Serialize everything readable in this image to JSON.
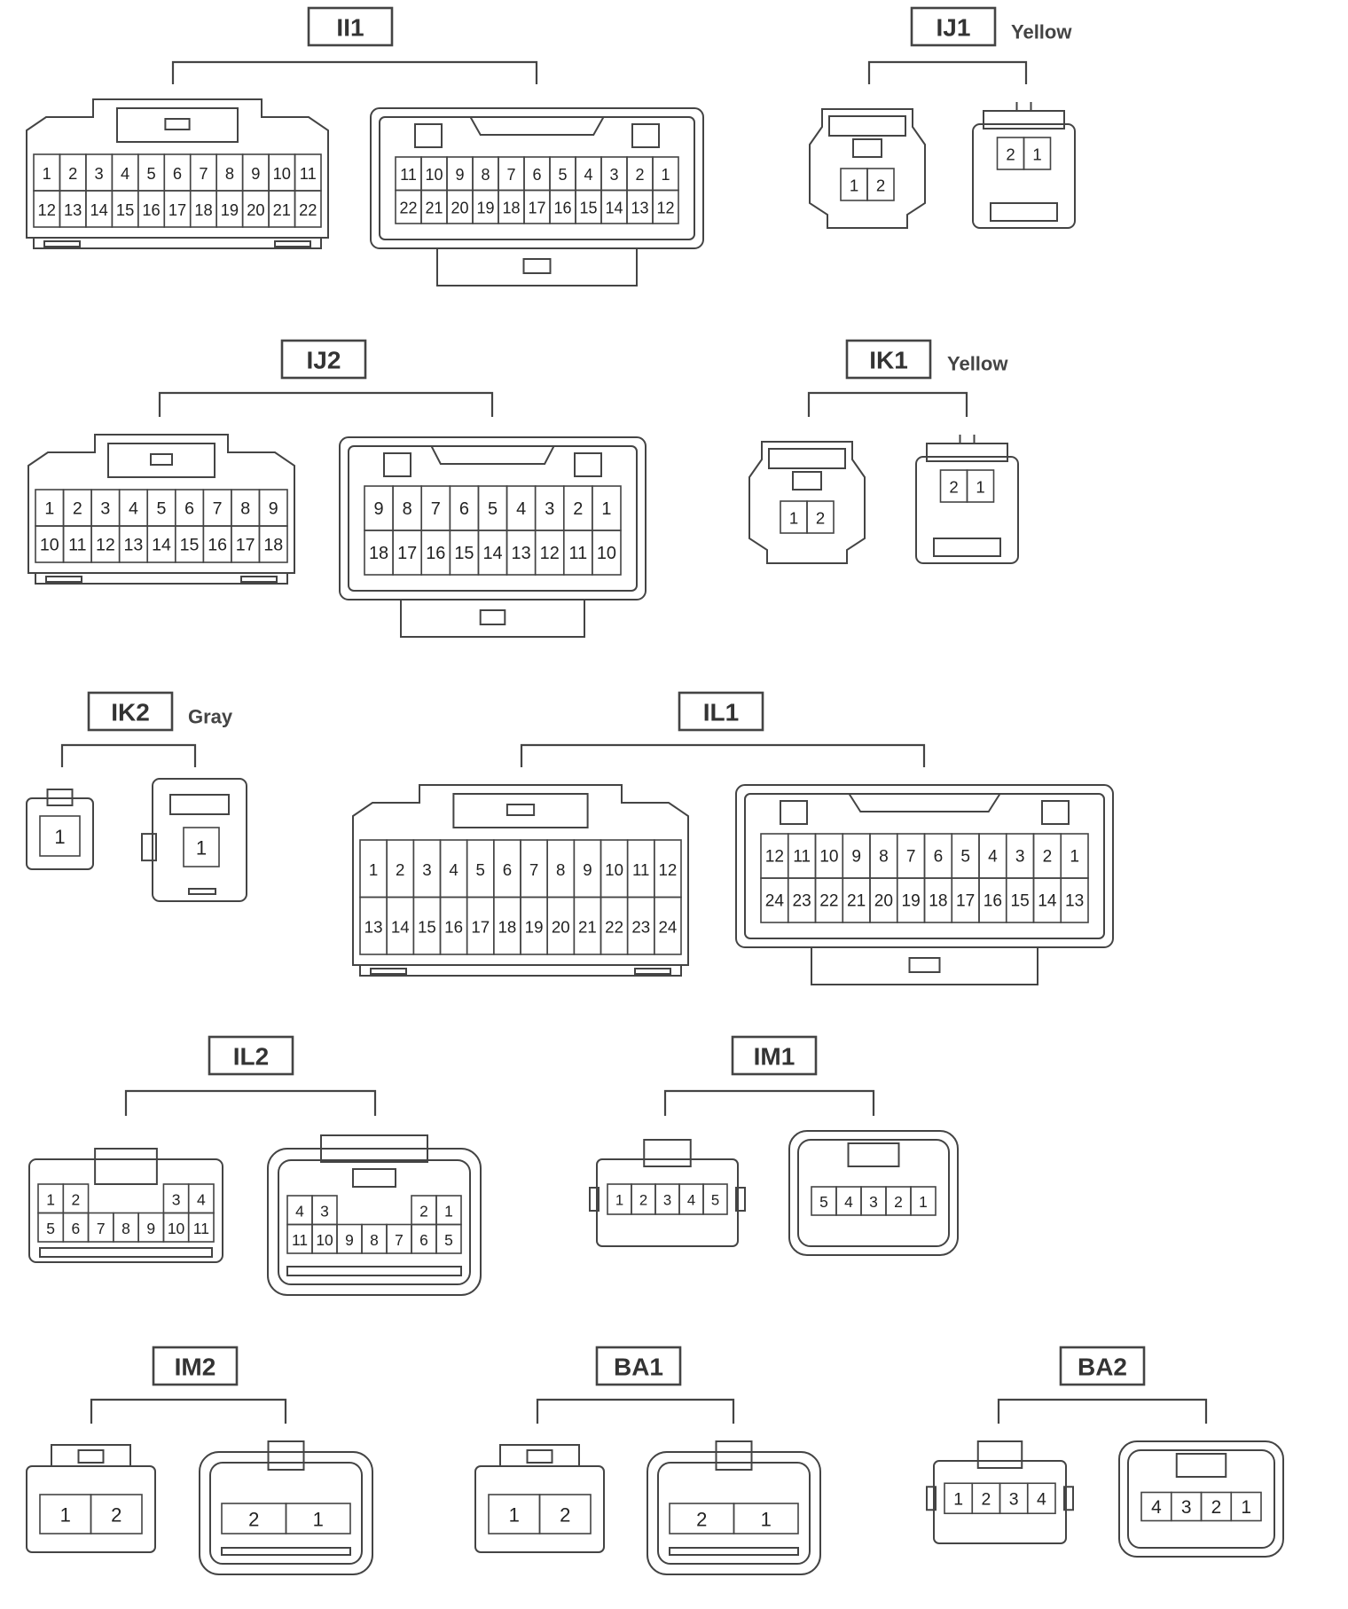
{
  "groups": [
    {
      "id": "II1",
      "label": "II1",
      "color_note": "",
      "male": {
        "style": "housing-wide",
        "rows": [
          [
            "1",
            "2",
            "3",
            "4",
            "5",
            "6",
            "7",
            "8",
            "9",
            "10",
            "11"
          ],
          [
            "12",
            "13",
            "14",
            "15",
            "16",
            "17",
            "18",
            "19",
            "20",
            "21",
            "22"
          ]
        ]
      },
      "female": {
        "style": "receptacle-wide",
        "rows": [
          [
            "11",
            "10",
            "9",
            "8",
            "7",
            "6",
            "5",
            "4",
            "3",
            "2",
            "1"
          ],
          [
            "22",
            "21",
            "20",
            "19",
            "18",
            "17",
            "16",
            "15",
            "14",
            "13",
            "12"
          ]
        ]
      }
    },
    {
      "id": "IJ1",
      "label": "IJ1",
      "color_note": "Yellow",
      "male": {
        "style": "small-plug",
        "rows": [
          [
            "1",
            "2"
          ]
        ]
      },
      "female": {
        "style": "small-socket",
        "rows": [
          [
            "2",
            "1"
          ]
        ]
      }
    },
    {
      "id": "IJ2",
      "label": "IJ2",
      "color_note": "",
      "male": {
        "style": "housing-wide",
        "rows": [
          [
            "1",
            "2",
            "3",
            "4",
            "5",
            "6",
            "7",
            "8",
            "9"
          ],
          [
            "10",
            "11",
            "12",
            "13",
            "14",
            "15",
            "16",
            "17",
            "18"
          ]
        ]
      },
      "female": {
        "style": "receptacle-wide",
        "rows": [
          [
            "9",
            "8",
            "7",
            "6",
            "5",
            "4",
            "3",
            "2",
            "1"
          ],
          [
            "18",
            "17",
            "16",
            "15",
            "14",
            "13",
            "12",
            "11",
            "10"
          ]
        ]
      }
    },
    {
      "id": "IK1",
      "label": "IK1",
      "color_note": "Yellow",
      "male": {
        "style": "small-plug",
        "rows": [
          [
            "1",
            "2"
          ]
        ]
      },
      "female": {
        "style": "small-socket",
        "rows": [
          [
            "2",
            "1"
          ]
        ]
      }
    },
    {
      "id": "IK2",
      "label": "IK2",
      "color_note": "Gray",
      "male": {
        "style": "single-plug",
        "rows": [
          [
            "1"
          ]
        ]
      },
      "female": {
        "style": "single-socket",
        "rows": [
          [
            "1"
          ]
        ]
      }
    },
    {
      "id": "IL1",
      "label": "IL1",
      "color_note": "",
      "male": {
        "style": "housing-wide",
        "rows": [
          [
            "1",
            "2",
            "3",
            "4",
            "5",
            "6",
            "7",
            "8",
            "9",
            "10",
            "11",
            "12"
          ],
          [
            "13",
            "14",
            "15",
            "16",
            "17",
            "18",
            "19",
            "20",
            "21",
            "22",
            "23",
            "24"
          ]
        ]
      },
      "female": {
        "style": "receptacle-wide",
        "rows": [
          [
            "12",
            "11",
            "10",
            "9",
            "8",
            "7",
            "6",
            "5",
            "4",
            "3",
            "2",
            "1"
          ],
          [
            "24",
            "23",
            "22",
            "21",
            "20",
            "19",
            "18",
            "17",
            "16",
            "15",
            "14",
            "13"
          ]
        ]
      }
    },
    {
      "id": "IL2",
      "label": "IL2",
      "color_note": "",
      "male": {
        "style": "split-plug",
        "rows": [
          [
            "1",
            "2",
            "",
            "",
            "",
            "3",
            "4"
          ],
          [
            "5",
            "6",
            "7",
            "8",
            "9",
            "10",
            "11"
          ]
        ]
      },
      "female": {
        "style": "split-socket",
        "rows": [
          [
            "4",
            "3",
            "",
            "",
            "",
            "2",
            "1"
          ],
          [
            "11",
            "10",
            "9",
            "8",
            "7",
            "6",
            "5"
          ]
        ]
      }
    },
    {
      "id": "IM1",
      "label": "IM1",
      "color_note": "",
      "male": {
        "style": "row-plug",
        "rows": [
          [
            "1",
            "2",
            "3",
            "4",
            "5"
          ]
        ]
      },
      "female": {
        "style": "row-socket",
        "rows": [
          [
            "5",
            "4",
            "3",
            "2",
            "1"
          ]
        ]
      }
    },
    {
      "id": "IM2",
      "label": "IM2",
      "color_note": "",
      "male": {
        "style": "pair-plug",
        "rows": [
          [
            "1",
            "2"
          ]
        ]
      },
      "female": {
        "style": "pair-socket",
        "rows": [
          [
            "2",
            "1"
          ]
        ]
      }
    },
    {
      "id": "BA1",
      "label": "BA1",
      "color_note": "",
      "male": {
        "style": "pair-plug",
        "rows": [
          [
            "1",
            "2"
          ]
        ]
      },
      "female": {
        "style": "pair-socket",
        "rows": [
          [
            "2",
            "1"
          ]
        ]
      }
    },
    {
      "id": "BA2",
      "label": "BA2",
      "color_note": "",
      "male": {
        "style": "row-plug",
        "rows": [
          [
            "1",
            "2",
            "3",
            "4"
          ]
        ]
      },
      "female": {
        "style": "row-socket",
        "rows": [
          [
            "4",
            "3",
            "2",
            "1"
          ]
        ]
      }
    }
  ]
}
